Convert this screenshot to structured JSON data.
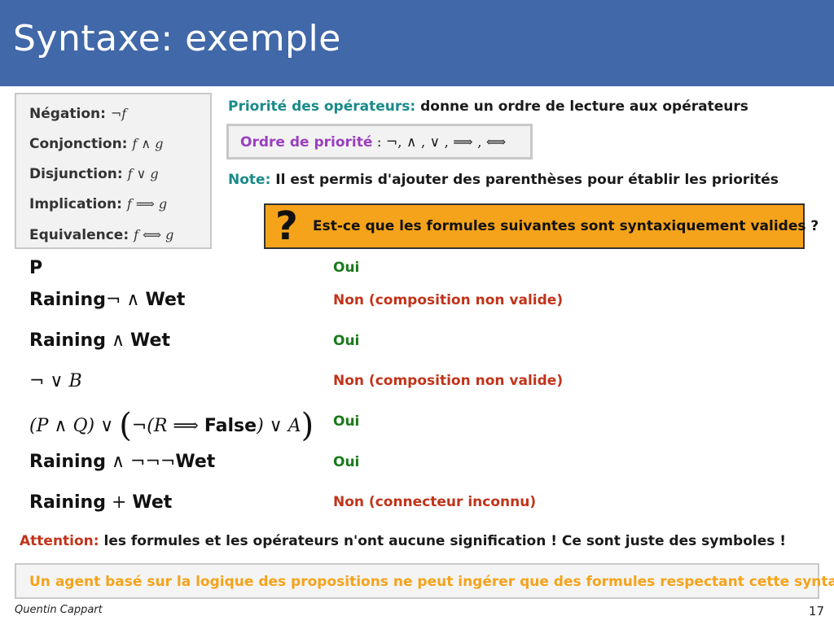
{
  "title": "Syntaxe: exemple",
  "definitions": [
    {
      "label": "Négation:",
      "math": "¬f"
    },
    {
      "label": "Conjonction:",
      "math": "f ∧ g"
    },
    {
      "label": "Disjunction:",
      "math": "f ∨ g"
    },
    {
      "label": "Implication:",
      "math": "f  ⟹  g"
    },
    {
      "label": "Equivalence:",
      "math": "f  ⟺  g"
    }
  ],
  "priority": {
    "label": "Priorité des opérateurs:",
    "text": "donne un ordre de lecture aux opérateurs",
    "order_label": "Ordre de priorité",
    "order_ops": ": ¬, ∧ , ∨ ,  ⟹  ,  ⟺"
  },
  "note": {
    "label": "Note:",
    "text": "Il est permis d'ajouter des parenthèses pour établir les priorités"
  },
  "question": {
    "mark": "?",
    "text": "Est-ce que les formules suivantes sont syntaxiquement valides ?"
  },
  "formulas": [
    {
      "answer": "Oui",
      "valid": true
    },
    {
      "answer": "Non (composition non valide)",
      "valid": false
    },
    {
      "answer": "Oui",
      "valid": true
    },
    {
      "answer": "Non (composition non valide)",
      "valid": false
    },
    {
      "answer": "Oui",
      "valid": true
    },
    {
      "answer": "Oui",
      "valid": true
    },
    {
      "answer": "Non (connecteur inconnu)",
      "valid": false
    }
  ],
  "formula_text": {
    "f1": "P",
    "f2_a": "Raining",
    "f2_ops": "¬ ∧ ",
    "f2_b": "Wet",
    "f3_a": "Raining",
    "f3_ops": " ∧ ",
    "f3_b": "Wet",
    "f4_ops": "¬ ∨ ",
    "f4_b": "B",
    "f5_a": "(P ∧ Q) ∨ ",
    "f5_lp": "(",
    "f5_b": "¬(R  ⟹  ",
    "f5_c": "False",
    "f5_d": ") ∨ A",
    "f5_rp": ")",
    "f6_a": "Raining",
    "f6_ops": " ∧ ¬¬¬",
    "f6_b": "Wet",
    "f7_a": "Raining",
    "f7_ops": " + ",
    "f7_b": "Wet"
  },
  "attention": {
    "label": "Attention:",
    "text": "les formules et les opérateurs n'ont aucune signification ! Ce sont juste des symboles !"
  },
  "conclusion": "Un agent basé sur la logique des propositions ne peut ingérer que des formules respectant cette syntaxe",
  "footer": {
    "author": "Quentin Cappart",
    "page": "17"
  }
}
